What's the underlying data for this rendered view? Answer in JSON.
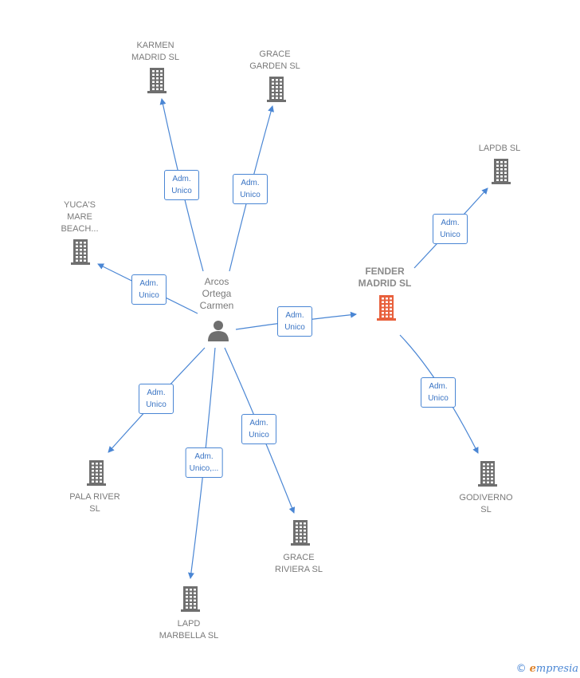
{
  "colors": {
    "edge": "#4a86d4",
    "company_gray": "#6f6f6f",
    "company_main": "#e8603c",
    "person": "#6f6f6f"
  },
  "person": {
    "name": "Arcos\nOrtega\nCarmen",
    "icon": "person-icon"
  },
  "companies": [
    {
      "id": "karmen",
      "label": "KARMEN\nMADRID  SL",
      "main": false,
      "icon": "building-icon"
    },
    {
      "id": "grace_garden",
      "label": "GRACE\nGARDEN  SL",
      "main": false,
      "icon": "building-icon"
    },
    {
      "id": "yucas",
      "label": "YUCA'S\nMARE\nBEACH...",
      "main": false,
      "icon": "building-icon"
    },
    {
      "id": "fender",
      "label": "FENDER\nMADRID  SL",
      "main": true,
      "icon": "building-icon"
    },
    {
      "id": "lapdb",
      "label": "LAPDB  SL",
      "main": false,
      "icon": "building-icon"
    },
    {
      "id": "pala",
      "label": "PALA RIVER\nSL",
      "main": false,
      "icon": "building-icon"
    },
    {
      "id": "godiverno",
      "label": "GODIVERNO\nSL",
      "main": false,
      "icon": "building-icon"
    },
    {
      "id": "grace_riviera",
      "label": "GRACE\nRIVIERA  SL",
      "main": false,
      "icon": "building-icon"
    },
    {
      "id": "lapd_marbella",
      "label": "LAPD\nMARBELLA  SL",
      "main": false,
      "icon": "building-icon"
    }
  ],
  "edges": [
    {
      "from": "person",
      "to": "karmen",
      "label": "Adm.\nUnico"
    },
    {
      "from": "person",
      "to": "grace_garden",
      "label": "Adm.\nUnico"
    },
    {
      "from": "person",
      "to": "yucas",
      "label": "Adm.\nUnico"
    },
    {
      "from": "person",
      "to": "fender",
      "label": "Adm.\nUnico"
    },
    {
      "from": "fender",
      "to": "lapdb",
      "label": "Adm.\nUnico"
    },
    {
      "from": "person",
      "to": "pala",
      "label": "Adm.\nUnico"
    },
    {
      "from": "fender",
      "to": "godiverno",
      "label": "Adm.\nUnico"
    },
    {
      "from": "person",
      "to": "grace_riviera",
      "label": "Adm.\nUnico"
    },
    {
      "from": "person",
      "to": "lapd_marbella",
      "label": "Adm.\nUnico,..."
    }
  ],
  "footer": {
    "copyright": "©",
    "brand_first": "e",
    "brand_rest": "mpresia"
  }
}
